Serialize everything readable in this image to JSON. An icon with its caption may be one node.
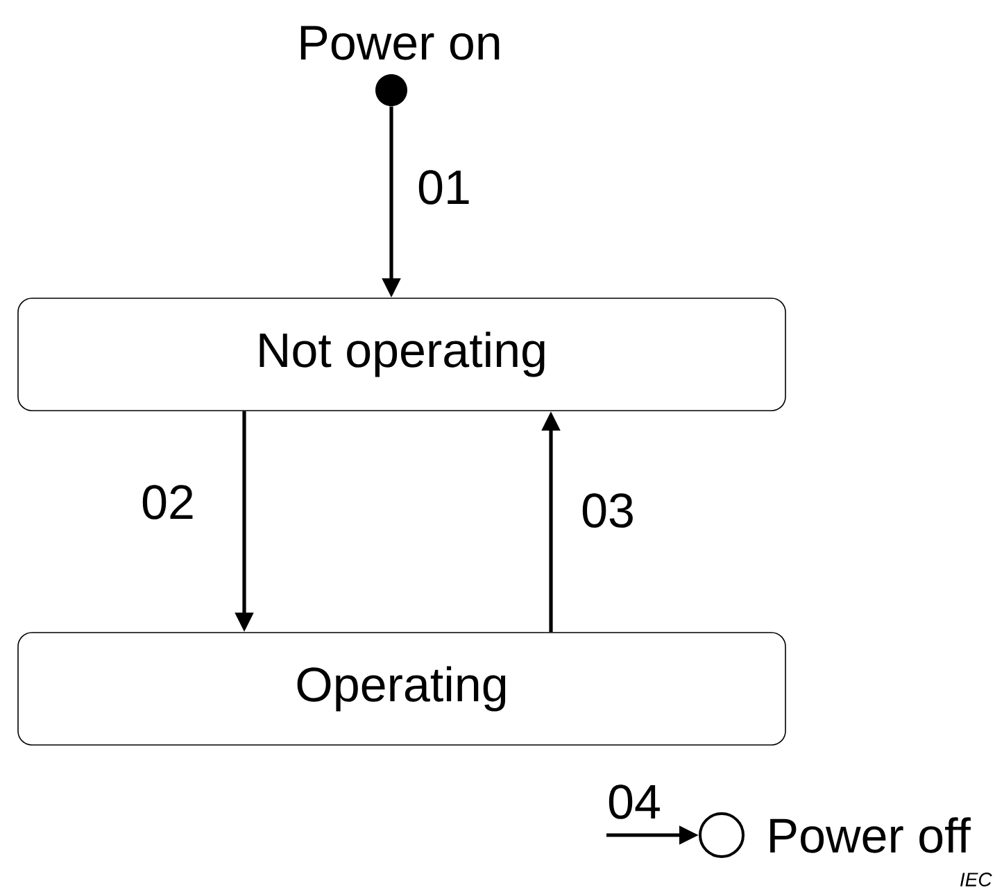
{
  "diagram": {
    "nodes": [
      {
        "text": [
          "Power on"
        ]
      },
      {
        "text": [
          "Not operating"
        ]
      },
      {
        "text": [
          "Operating"
        ]
      },
      {
        "text": [
          "Power off"
        ]
      }
    ],
    "edges": [
      {
        "from": 0,
        "to": 1,
        "arrow": "to",
        "label": "01"
      },
      {
        "from": 1,
        "to": 2,
        "arrow": "to",
        "label": "02"
      },
      {
        "from": 2,
        "to": 1,
        "arrow": "to",
        "label": "03"
      },
      {
        "from": null,
        "to": 3,
        "arrow": "to",
        "label": "04"
      }
    ],
    "labels": [
      "IEC"
    ]
  }
}
